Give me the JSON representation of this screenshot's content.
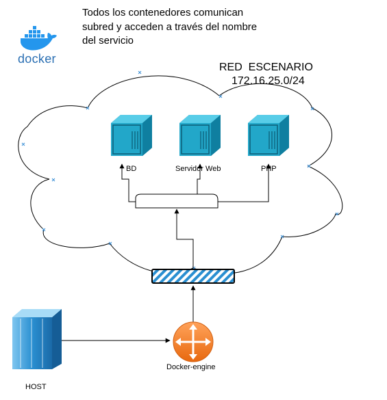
{
  "description": {
    "lines": [
      "Todos los contenedores comunican",
      "subred y acceden a través del nombre",
      "del servicio"
    ]
  },
  "logo": {
    "wordmark": "docker",
    "icon": "docker-whale-icon"
  },
  "network": {
    "name": "RED  ESCENARIO",
    "subnet": "172.16.25.0/24"
  },
  "containers": [
    {
      "label": "BD",
      "icon": "container-icon"
    },
    {
      "label": "Servidor Web",
      "icon": "container-icon"
    },
    {
      "label": "PHP",
      "icon": "container-icon"
    }
  ],
  "host": {
    "label": "HOST",
    "icon": "server-icon"
  },
  "engine": {
    "label": "Docker-engine",
    "icon": "router-icon"
  },
  "colors": {
    "container": "#22A7C9",
    "container_dark": "#0E6F8C",
    "router": "#F47B20",
    "host": "#1E88C8",
    "bridge_stripe": "#2A8FD1",
    "docker_blue": "#2496ED"
  }
}
